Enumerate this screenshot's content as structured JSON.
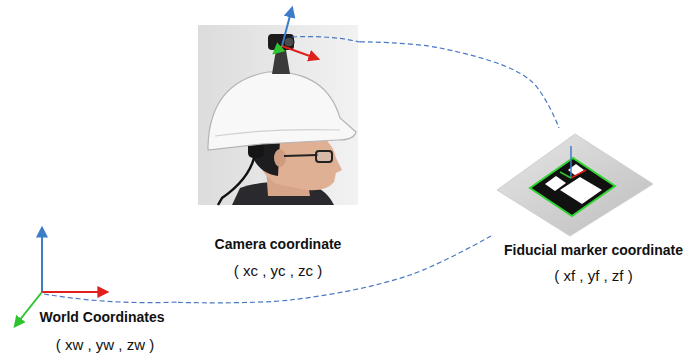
{
  "diagram": {
    "nodes": [
      {
        "text": [
          "Camera coordinate",
          "( xc , yc , zc )"
        ]
      },
      {
        "text": [
          "Fiducial marker coordinate",
          "( xf , yf , zf )"
        ]
      },
      {
        "text": [
          "World Coordinates",
          "( xw , yw , zw )"
        ]
      }
    ],
    "edges": [
      {
        "from": 0,
        "to": 1,
        "arrow": "none"
      },
      {
        "from": 2,
        "to": 1,
        "arrow": "none"
      }
    ]
  }
}
